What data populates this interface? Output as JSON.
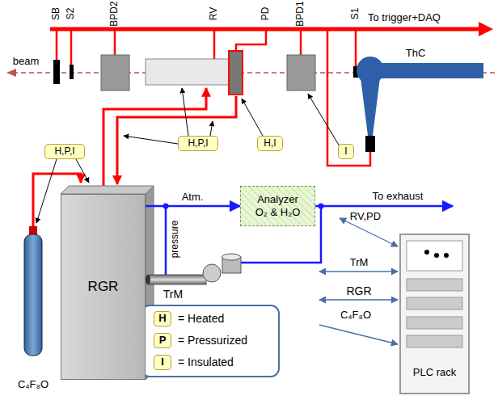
{
  "diagram": {
    "nodes": [
      {
        "text": [
          "H,P,I"
        ]
      },
      {
        "text": [
          "H,I"
        ]
      },
      {
        "text": [
          "I"
        ]
      },
      {
        "text": [
          "H,P,I"
        ]
      },
      {
        "text": [
          "Analyzer",
          "O₂ & H₂O"
        ]
      },
      {
        "text": [
          "RGR"
        ]
      },
      {
        "text": [
          "PLC rack"
        ]
      }
    ],
    "edges": [
      {
        "from": 5,
        "to": 4,
        "arrow": "to"
      }
    ],
    "labels": [
      "To trigger+DAQ",
      "SB",
      "S2",
      "BPD2",
      "RV",
      "PD",
      "BPD1",
      "S1",
      "beam",
      "ThC",
      "Atm.",
      "pressure",
      "TrM",
      "To exhaust",
      "RV,PD",
      "TrM",
      "RGR",
      "C₄F₈O",
      "C₄F₈O",
      "H",
      "P",
      "I"
    ],
    "legend": [
      {
        "text": "= Heated",
        "color": "#ffffc0"
      },
      {
        "text": "= Pressurized",
        "color": "#ffffc0"
      },
      {
        "text": "= Insulated",
        "color": "#ffffc0"
      }
    ]
  }
}
